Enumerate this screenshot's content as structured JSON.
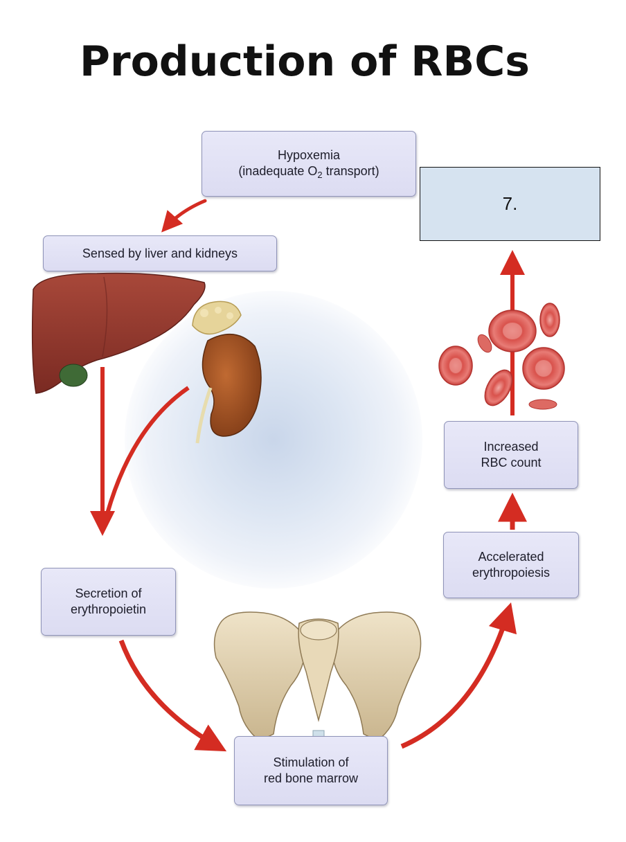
{
  "title": "Production of RBCs",
  "boxes": {
    "hypoxemia": {
      "line1": "Hypoxemia",
      "line2_pre": "(inadequate O",
      "line2_sub": "2",
      "line2_post": " transport)"
    },
    "sensed": "Sensed by liver and kidneys",
    "secretion": {
      "line1": "Secretion of",
      "line2": "erythropoietin"
    },
    "stimulation": {
      "line1": "Stimulation of",
      "line2": "red bone marrow"
    },
    "accelerated": {
      "line1": "Accelerated",
      "line2": "erythropoiesis"
    },
    "increased": {
      "line1": "Increased",
      "line2": "RBC count"
    }
  },
  "answer_box": {
    "label": "7."
  },
  "colors": {
    "arrow": "#d42c22",
    "box_fill": "#e1e1f5",
    "answer_fill": "#d6e3f0"
  },
  "icons": [
    "liver-icon",
    "kidney-icon",
    "pelvis-icon",
    "red-blood-cells-icon"
  ]
}
